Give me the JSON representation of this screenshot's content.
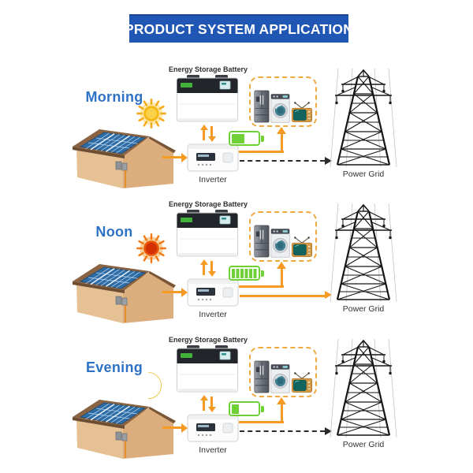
{
  "title": "PRODUCT SYSTEM APPLICATION",
  "scenarios": [
    {
      "period": "Morning",
      "sky_icon": "morning-sun",
      "battery_label": "Energy Storage Battery",
      "inverter_label": "Inverter",
      "grid_label": "Power Grid",
      "battery_charge_percent": 50,
      "grid_flow": "standby-dashed"
    },
    {
      "period": "Noon",
      "sky_icon": "noon-sun",
      "battery_label": "Energy Storage Battery",
      "inverter_label": "Inverter",
      "grid_label": "Power Grid",
      "battery_charge_percent": 100,
      "grid_flow": "export-solid-orange"
    },
    {
      "period": "Evening",
      "sky_icon": "crescent-moon",
      "battery_label": "Energy Storage Battery",
      "inverter_label": "Inverter",
      "grid_label": "Power Grid",
      "battery_charge_percent": 30,
      "grid_flow": "standby-dashed"
    }
  ],
  "appliance_icons": [
    "refrigerator-icon",
    "washing-machine-icon",
    "television-icon"
  ],
  "colors": {
    "banner_blue": "#2056b4",
    "period_label_blue": "#2e72c6",
    "flow_orange": "#f59a23",
    "battery_green": "#6fd136",
    "grid_dash_black": "#2b2b2b",
    "appliance_box_border": "#efa93e"
  }
}
